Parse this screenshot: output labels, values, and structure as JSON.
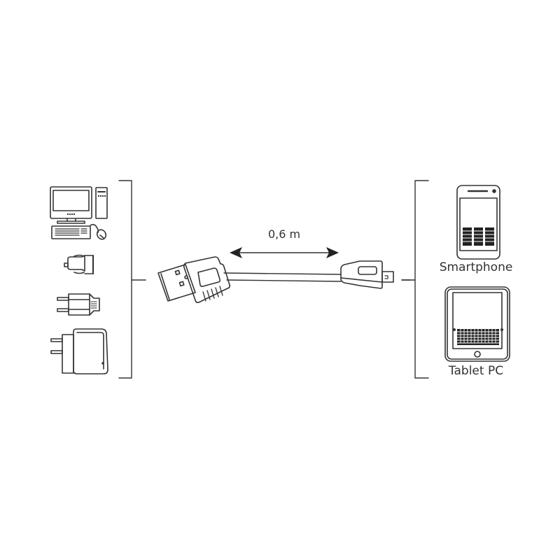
{
  "diagram": {
    "type": "usb-cable-compatibility",
    "colors": {
      "line": "#333333",
      "background": "#ffffff"
    },
    "cable": {
      "length_label": "0,6 m",
      "connector_a": "USB-A plug",
      "connector_b": "Micro-USB plug"
    },
    "sources": {
      "items": [
        {
          "name": "desktop-pc",
          "icon": "desktop-computer-icon"
        },
        {
          "name": "car-charger",
          "icon": "car-charger-icon"
        },
        {
          "name": "usb-wall-adapter",
          "icon": "plug-adapter-icon"
        },
        {
          "name": "wall-charger",
          "icon": "wall-charger-icon"
        }
      ]
    },
    "targets": {
      "items": [
        {
          "name": "smartphone",
          "label": "Smartphone",
          "icon": "smartphone-icon"
        },
        {
          "name": "tablet",
          "label": "Tablet PC",
          "icon": "tablet-icon"
        }
      ]
    }
  }
}
